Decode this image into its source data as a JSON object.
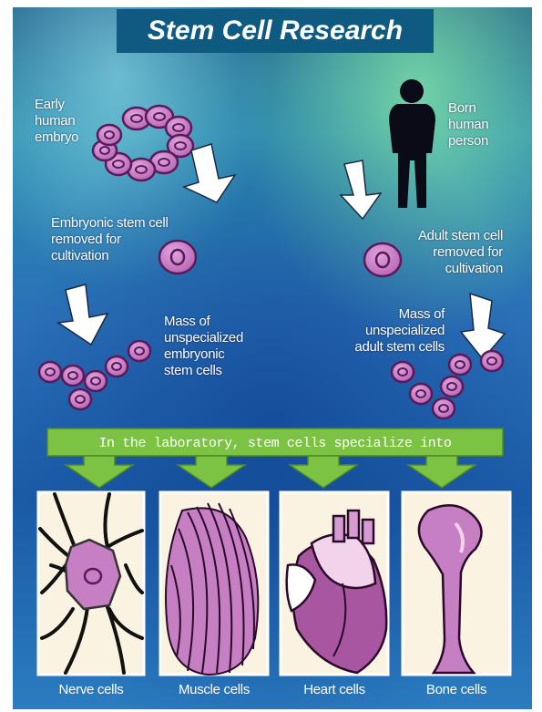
{
  "title": "Stem Cell Research",
  "labels": {
    "early_embryo": "Early\nhuman\nembryo",
    "born_person": "Born\nhuman\nperson",
    "embryonic_removed": "Embryonic stem cell\nremoved for\ncultivation",
    "adult_removed": "Adult stem cell\nremoved for\ncultivation",
    "mass_embryonic": "Mass of\nunspecialized\nembryonic\nstem cells",
    "mass_adult": "Mass of\nunspecialized\nadult stem cells",
    "laboratory": "In the laboratory, stem cells specialize into"
  },
  "cell_types": [
    {
      "name": "Nerve cells",
      "icon": "nerve-cell-icon"
    },
    {
      "name": "Muscle cells",
      "icon": "muscle-cell-icon"
    },
    {
      "name": "Heart cells",
      "icon": "heart-icon"
    },
    {
      "name": "Bone cells",
      "icon": "bone-icon"
    }
  ],
  "colors": {
    "title_bg": "#0e5a80",
    "cell_fill": "#c77fc4",
    "cell_outline": "#5a1a5a",
    "arrow_green": "#7cc243",
    "panel_bg": "#fbf3e1"
  }
}
